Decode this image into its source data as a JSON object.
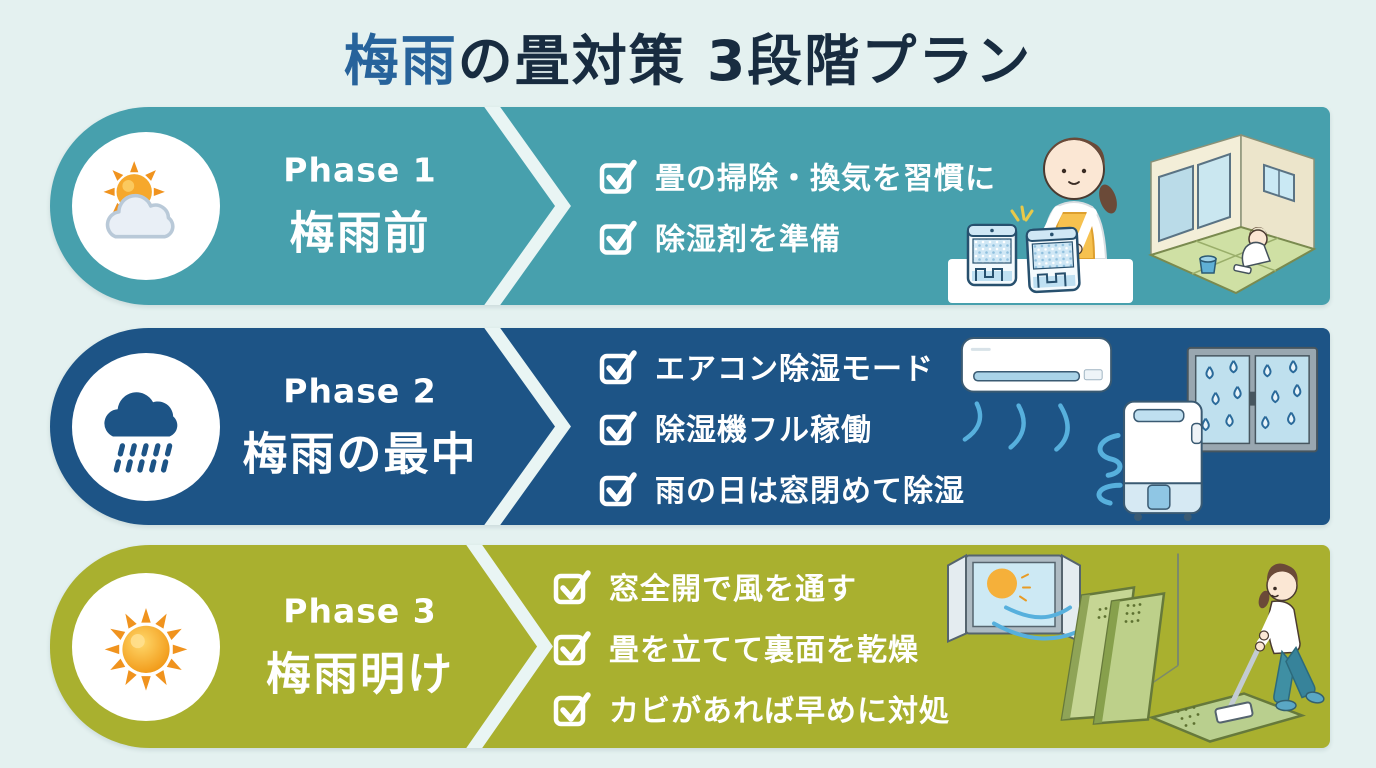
{
  "title": {
    "highlight": "梅雨",
    "rest": "の畳対策 3段階プラン"
  },
  "colors": {
    "background": "#e4f1f0",
    "title_text": "#182c40",
    "title_highlight": "#27639b",
    "phase1_band": "#47a0ad",
    "phase2_band": "#1d5486",
    "phase3_band": "#a9b02f",
    "checklist_text": "#ffffff"
  },
  "icons": {
    "phase1": "sun-behind-cloud-icon",
    "phase2": "rain-cloud-icon",
    "phase3": "sun-icon",
    "checkbox": "checked-checkbox-icon",
    "divider": "chevron-divider"
  },
  "phases": [
    {
      "phase_label": "Phase 1",
      "phase_name": "梅雨前",
      "color": "#47a0ad",
      "items": [
        "畳の掃除・換気を習慣に",
        "除湿剤を準備"
      ],
      "illustration": "woman-preparing-dehumidifier-boxes-and-tatami-room-cleaning"
    },
    {
      "phase_label": "Phase 2",
      "phase_name": "梅雨の最中",
      "color": "#1d5486",
      "items": [
        "エアコン除湿モード",
        "除湿機フル稼働",
        "雨の日は窓閉めて除湿"
      ],
      "illustration": "air-conditioner-dehumidifier-and-rainy-window"
    },
    {
      "phase_label": "Phase 3",
      "phase_name": "梅雨明け",
      "color": "#a9b02f",
      "items": [
        "窓全開で風を通す",
        "畳を立てて裏面を乾燥",
        "カビがあれば早めに対処"
      ],
      "illustration": "open-window-sunshine-leaning-tatami-mats-and-woman-mopping"
    }
  ]
}
